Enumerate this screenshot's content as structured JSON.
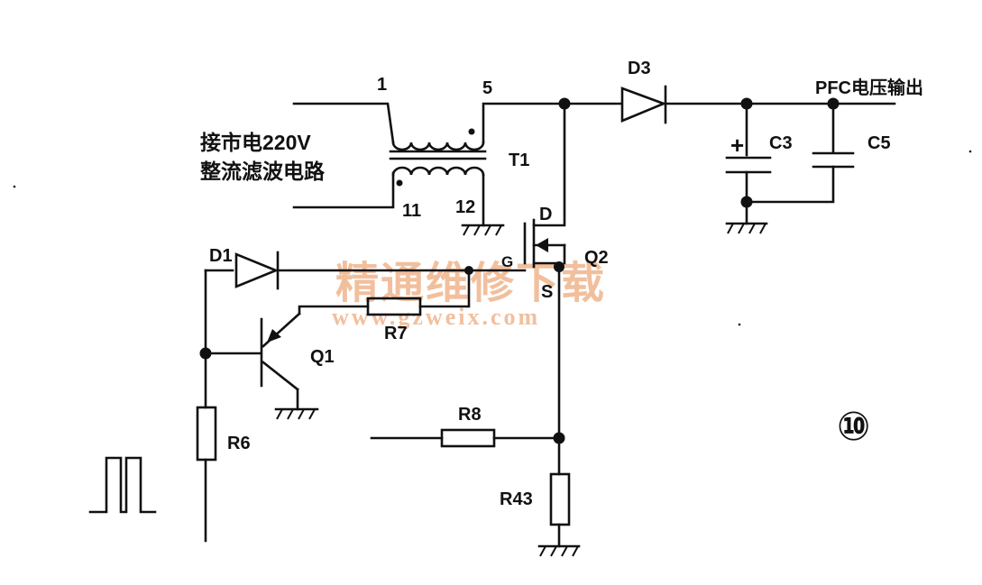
{
  "labels": {
    "pin1": "1",
    "pin5": "5",
    "pin11": "11",
    "pin12": "12",
    "t1": "T1",
    "d3": "D3",
    "pfc_out": "PFC电压输出",
    "c3": "C3",
    "c5": "C5",
    "input_line1": "接市电220V",
    "input_line2": "整流滤波电路",
    "d1": "D1",
    "drain": "D",
    "gate": "G",
    "source": "S",
    "q2": "Q2",
    "q1": "Q1",
    "r7": "R7",
    "r6": "R6",
    "r8": "R8",
    "r43": "R43",
    "cap_polarity": "+",
    "figure_number": "⑩"
  },
  "watermark": {
    "text": "精通维修下载",
    "url": "www.gzweix.com",
    "color": "#f0b48c"
  },
  "colors": {
    "ink": "#111111",
    "background": "#ffffff"
  }
}
